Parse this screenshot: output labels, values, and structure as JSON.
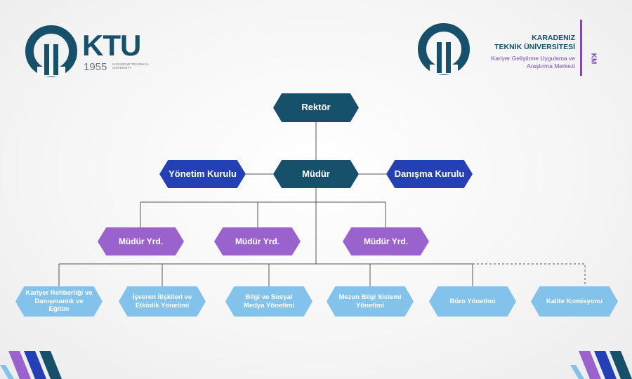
{
  "logo_left": {
    "acronym": "KTU",
    "year": "1955",
    "subtitle": "KARADENIZ TECHNICAL UNIVERSITY"
  },
  "logo_right": {
    "university_line1": "KARADENIZ",
    "university_line2": "TEKNİK ÜNİVERSİTESİ",
    "center_line1": "Kariyer Geliştirme Uygulama ve",
    "center_line2": "Araştırma Merkezi",
    "abbr": "KM"
  },
  "chart": {
    "rector": "Rektör",
    "director": "Müdür",
    "management_board": "Yönetim Kurulu",
    "advisory_board": "Danışma Kurulu",
    "deputies": [
      "Müdür Yrd.",
      "Müdür Yrd.",
      "Müdür Yrd."
    ],
    "units": [
      "Kariyer Rehberliği ve Danışmanlık ve Eğitim",
      "İşveren İlişkileri ve Etkinlik Yönetimi",
      "Bilgi ve Sosyal Medya Yönetimi",
      "Mezun Bilgi Sistemi Yönetimi",
      "Büro Yönetimi",
      "Kalite Komisyonu"
    ]
  },
  "colors": {
    "rector_director": "#17506b",
    "boards": "#2440b4",
    "deputies": "#9a62cc",
    "units": "#83c2ea",
    "lines": "#555555"
  }
}
